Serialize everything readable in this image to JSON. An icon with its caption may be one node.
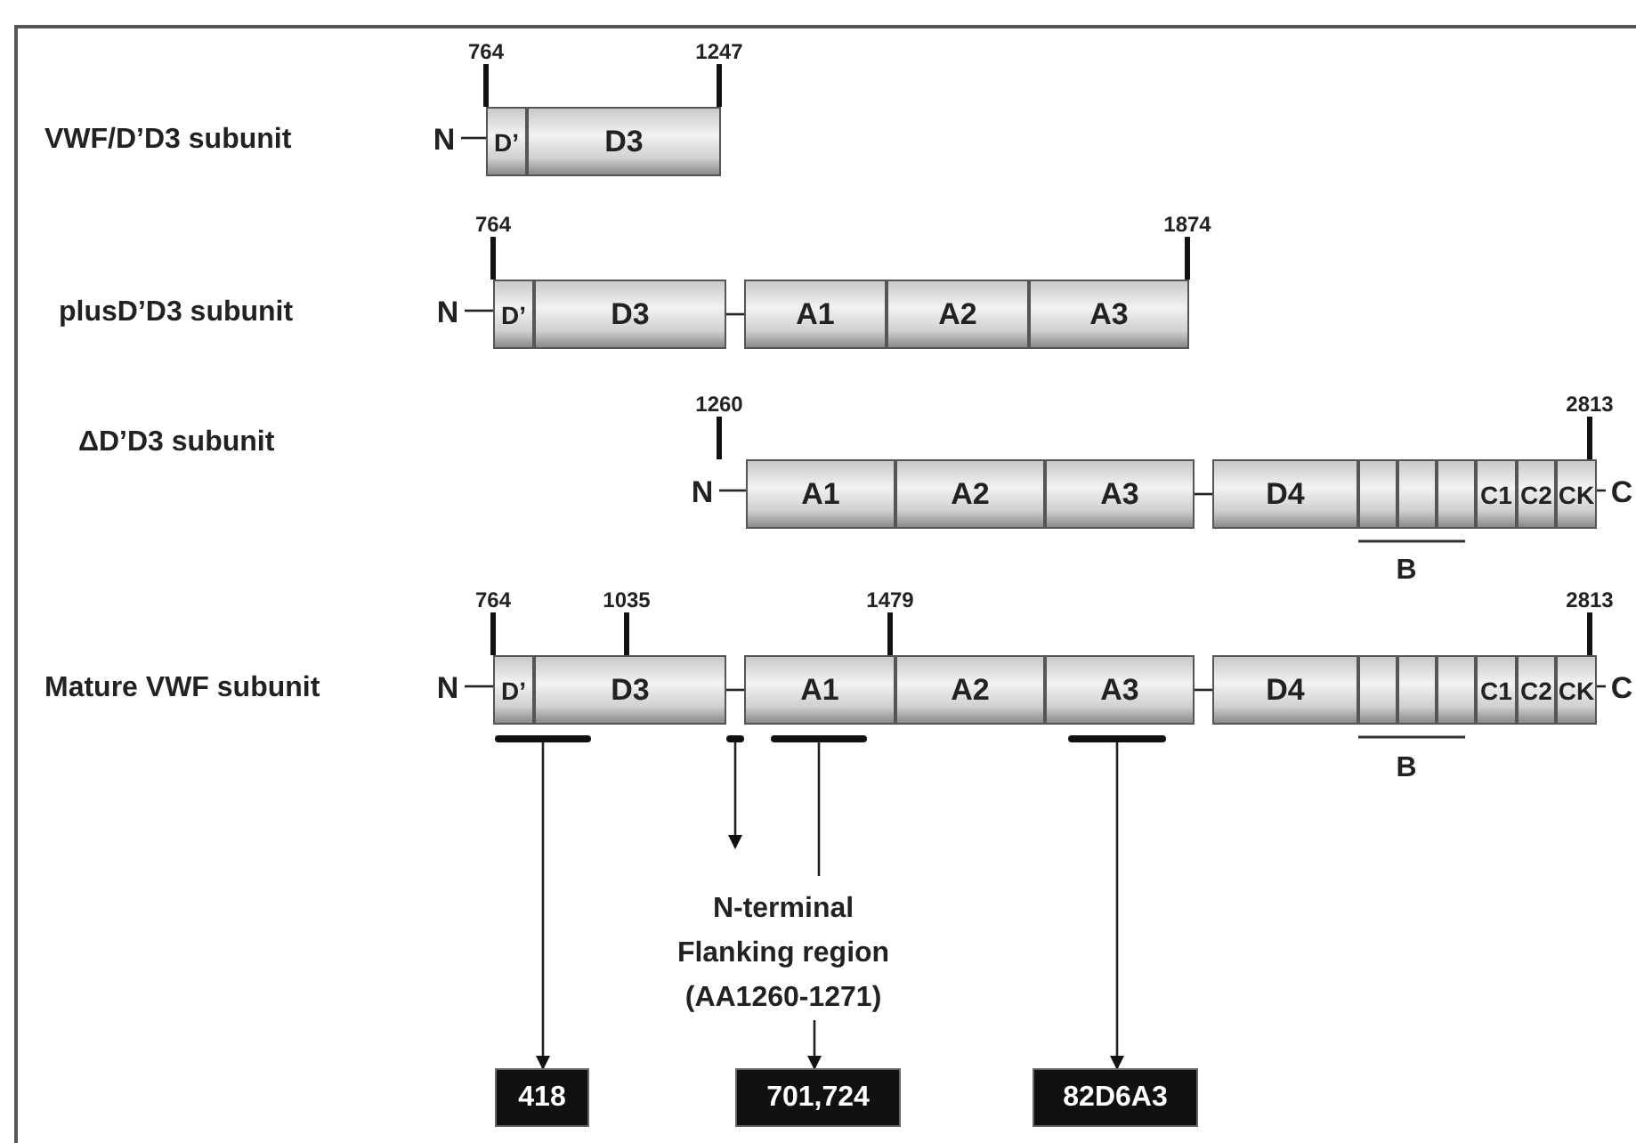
{
  "diagram": {
    "nodes": [
      {
        "text": [
          "D’"
        ],
        "beside": [
          "764"
        ]
      },
      {
        "text": [
          "D3"
        ],
        "beside": [
          "1247"
        ]
      },
      {
        "text": [
          "D’"
        ],
        "beside": [
          "764"
        ]
      },
      {
        "text": [
          "D3"
        ]
      },
      {
        "text": [
          "A1"
        ]
      },
      {
        "text": [
          "A2"
        ]
      },
      {
        "text": [
          "A3"
        ],
        "beside": [
          "1874"
        ]
      },
      {
        "text": [
          "A1"
        ],
        "beside": [
          "1260"
        ]
      },
      {
        "text": [
          "A2"
        ]
      },
      {
        "text": [
          "A3"
        ]
      },
      {
        "text": [
          "D4"
        ]
      },
      {
        "text": [],
        "shape": "box"
      },
      {
        "text": [],
        "shape": "box"
      },
      {
        "text": [],
        "shape": "box"
      },
      {
        "text": [
          "C1"
        ]
      },
      {
        "text": [
          "C2"
        ]
      },
      {
        "text": [
          "CK"
        ],
        "beside": [
          "2813"
        ]
      },
      {
        "text": [
          "D’"
        ],
        "beside": [
          "764"
        ]
      },
      {
        "text": [
          "D3"
        ],
        "beside": [
          "1035"
        ]
      },
      {
        "text": [
          "A1"
        ],
        "beside": [
          "1479"
        ]
      },
      {
        "text": [
          "A2"
        ]
      },
      {
        "text": [
          "A3"
        ]
      },
      {
        "text": [
          "D4"
        ]
      },
      {
        "text": [],
        "shape": "box"
      },
      {
        "text": [],
        "shape": "box"
      },
      {
        "text": [],
        "shape": "box"
      },
      {
        "text": [
          "C1"
        ]
      },
      {
        "text": [
          "C2"
        ]
      },
      {
        "text": [
          "CK"
        ],
        "beside": [
          "2813"
        ]
      },
      {
        "text": [],
        "shape": "bar"
      },
      {
        "text": [],
        "shape": "bar"
      },
      {
        "text": [],
        "shape": "bar"
      },
      {
        "text": [],
        "shape": "bar"
      },
      {
        "text": [
          "N-terminal Flanking region (AA1260-1271)"
        ]
      },
      {
        "text": [
          "418"
        ]
      },
      {
        "text": [
          "701,724"
        ]
      },
      {
        "text": [
          "82D6A3"
        ]
      },
      {
        "text": [
          "N"
        ]
      },
      {
        "text": [
          "N"
        ]
      },
      {
        "text": [
          "N"
        ]
      },
      {
        "text": [
          "C"
        ]
      },
      {
        "text": [
          "N"
        ]
      },
      {
        "text": [
          "C"
        ]
      }
    ],
    "edges": [
      {
        "from": 3,
        "to": 4,
        "arrow": "none"
      },
      {
        "from": 9,
        "to": 10,
        "arrow": "none"
      },
      {
        "from": 18,
        "to": 19,
        "arrow": "none"
      },
      {
        "from": 21,
        "to": 22,
        "arrow": "none"
      },
      {
        "from": 29,
        "to": 34,
        "arrow": "to"
      },
      {
        "from": 30,
        "to": 33,
        "arrow": "to"
      },
      {
        "from": 31,
        "to": 33,
        "arrow": "none"
      },
      {
        "from": 33,
        "to": 35,
        "arrow": "to"
      },
      {
        "from": 32,
        "to": 36,
        "arrow": "to"
      },
      {
        "from": 37,
        "to": 0,
        "arrow": "none"
      },
      {
        "from": 38,
        "to": 2,
        "arrow": "none"
      },
      {
        "from": 39,
        "to": 7,
        "arrow": "none"
      },
      {
        "from": 16,
        "to": 40,
        "arrow": "none"
      },
      {
        "from": 41,
        "to": 17,
        "arrow": "none"
      },
      {
        "from": 28,
        "to": 42,
        "arrow": "none"
      }
    ],
    "labels": [
      "VWF/D’D3 subunit",
      "plusD’D3 subunit",
      "ΔD’D3 subunit",
      "B",
      "Mature VWF subunit",
      "B"
    ]
  }
}
